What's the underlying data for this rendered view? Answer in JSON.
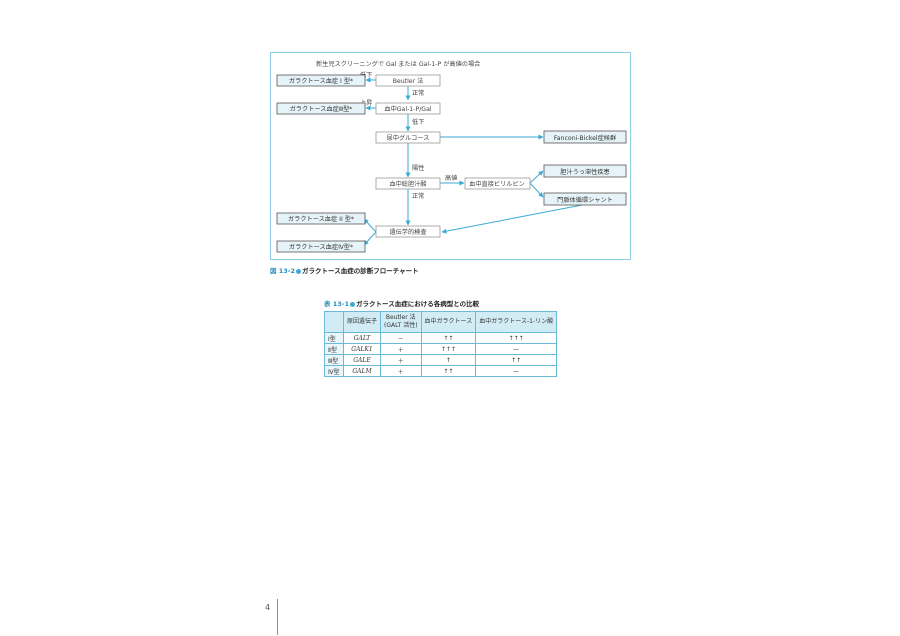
{
  "figure": {
    "title": "新生児スクリーニングで Gal または Gal-1-P が高値の場合",
    "caption_number": "図 13-2",
    "caption_text": "ガラクトース血症の診断フローチャート",
    "nodes": {
      "beutler": "Beutler 法",
      "gal1p": "血中Gal-1-P/Gal",
      "urine": "尿中グルコース",
      "bile": "血中総胆汁酸",
      "bilirubin": "血中直接ビリルビン",
      "genetic": "遺伝学的検査",
      "fanconi": "Fanconi-Bickel症候群",
      "cholestasis": "胆汁うっ滞性疾患",
      "portal": "門脈体循環シャント",
      "type1": "ガラクトース血症 I 型*",
      "type3": "ガラクトース血症Ⅲ型*",
      "type2": "ガラクトース血症 II 型*",
      "type4": "ガラクトース血症Ⅳ型*"
    },
    "edge_labels": {
      "low1": "低下",
      "normal1": "正常",
      "rise": "上昇",
      "low2": "低下",
      "positive": "陽性",
      "high": "高値",
      "normal2": "正常"
    }
  },
  "table": {
    "caption_number": "表 13-1",
    "caption_text": "ガラクトース血症における各病型との比較",
    "headers": [
      "",
      "原因遺伝子",
      "Beutler 法\n(GALT 活性)",
      "血中ガラクトース",
      "血中ガラクトース-1-リン酸"
    ],
    "rows": [
      [
        "Ⅰ型",
        "GALT",
        "－",
        "↑↑",
        "↑↑↑"
      ],
      [
        "Ⅱ型",
        "GALK1",
        "＋",
        "↑↑↑",
        "—"
      ],
      [
        "Ⅲ型",
        "GALE",
        "＋",
        "↑",
        "↑↑"
      ],
      [
        "Ⅳ型",
        "GALM",
        "＋",
        "↑↑",
        "—"
      ]
    ]
  },
  "page_number": "4",
  "colors": {
    "accent": "#3aa9d6",
    "box_border": "#9a9a9a",
    "result_box_fill": "#e6f4fa",
    "header_fill": "#d2ecf6"
  }
}
